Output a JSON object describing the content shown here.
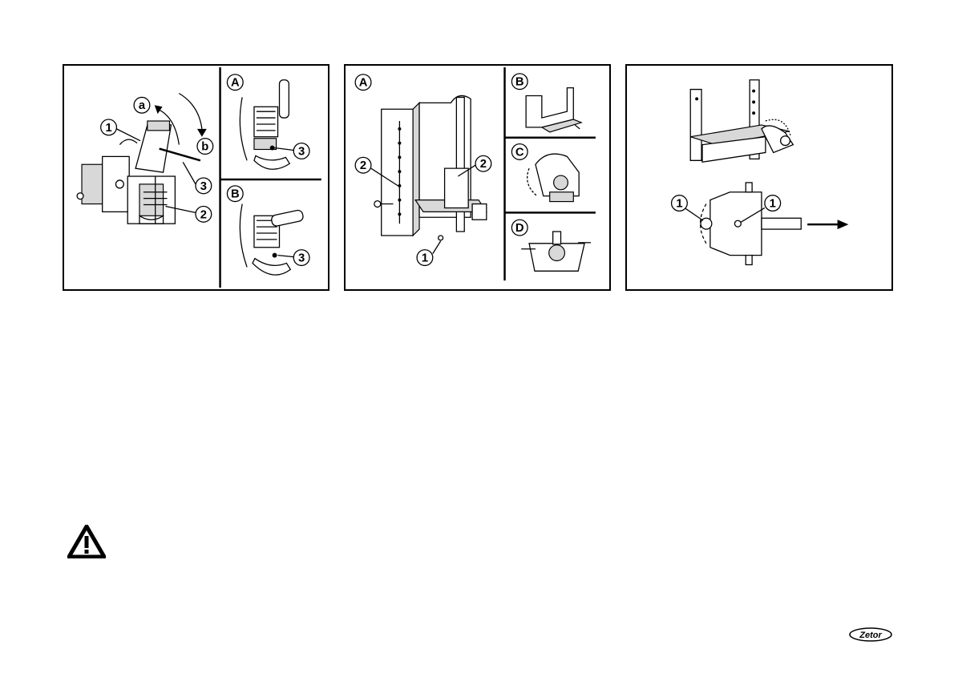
{
  "panels": [
    {
      "main_callouts": [
        "a",
        "b",
        "1",
        "3",
        "2"
      ],
      "insets": [
        {
          "label": "A",
          "callout": "3"
        },
        {
          "label": "B",
          "callout": "3"
        }
      ]
    },
    {
      "main_label": "A",
      "main_callouts": [
        "2",
        "2",
        "1"
      ],
      "insets": [
        {
          "label": "B"
        },
        {
          "label": "C"
        },
        {
          "label": "D"
        }
      ]
    },
    {
      "main_callouts": [
        "1",
        "1"
      ]
    }
  ],
  "warning": {
    "icon": "warning-triangle-icon"
  },
  "footer": {
    "logo": "Zetor"
  }
}
